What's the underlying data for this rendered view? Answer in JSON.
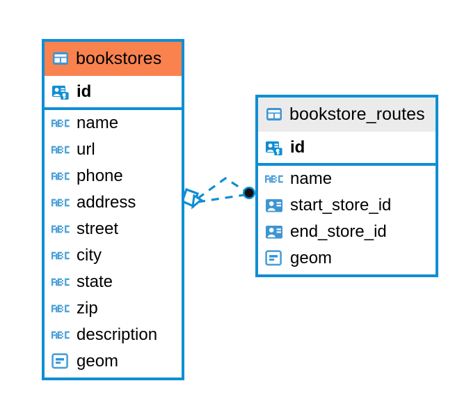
{
  "diagram": {
    "type": "entity-relationship-diagram",
    "background": "#ffffff",
    "accent_color": "#0f8ed4",
    "highlight_color": "#f9824f",
    "header_gray": "#ebebeb"
  },
  "entities": [
    {
      "name": "bookstores",
      "header_icon": "table-icon",
      "header_style": "highlighted",
      "header_color": "#f9824f",
      "fields": [
        {
          "name": "id",
          "icon": "primary-key-icon",
          "bold": true
        },
        {
          "name": "name",
          "icon": "abc-text-icon",
          "bold": false
        },
        {
          "name": "url",
          "icon": "abc-text-icon",
          "bold": false
        },
        {
          "name": "phone",
          "icon": "abc-text-icon",
          "bold": false
        },
        {
          "name": "address",
          "icon": "abc-text-icon",
          "bold": false
        },
        {
          "name": "street",
          "icon": "abc-text-icon",
          "bold": false
        },
        {
          "name": "city",
          "icon": "abc-text-icon",
          "bold": false
        },
        {
          "name": "state",
          "icon": "abc-text-icon",
          "bold": false
        },
        {
          "name": "zip",
          "icon": "abc-text-icon",
          "bold": false
        },
        {
          "name": "description",
          "icon": "abc-text-icon",
          "bold": false
        },
        {
          "name": "geom",
          "icon": "geometry-icon",
          "bold": false
        }
      ]
    },
    {
      "name": "bookstore_routes",
      "header_icon": "table-icon",
      "header_style": "default",
      "header_color": "#ebebeb",
      "fields": [
        {
          "name": "id",
          "icon": "primary-key-icon",
          "bold": true
        },
        {
          "name": "name",
          "icon": "abc-text-icon",
          "bold": false
        },
        {
          "name": "start_store_id",
          "icon": "foreign-key-icon",
          "bold": false
        },
        {
          "name": "end_store_id",
          "icon": "foreign-key-icon",
          "bold": false
        },
        {
          "name": "geom",
          "icon": "geometry-icon",
          "bold": false
        }
      ]
    }
  ],
  "relationship": {
    "from_entity": "bookstores",
    "to_entity": "bookstore_routes",
    "line_style": "dashed",
    "line_color": "#0f8ed4",
    "source_marker": "diamond-marker",
    "target_marker": "filled-circle-marker"
  }
}
